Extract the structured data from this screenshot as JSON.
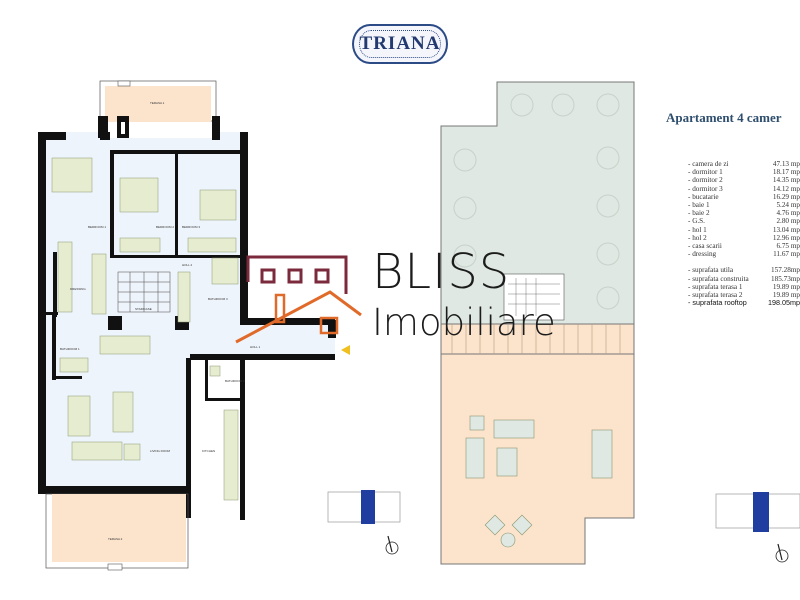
{
  "header": {
    "logo_text": "TRIANA"
  },
  "title": "Apartament 4 camer",
  "specs": {
    "rooms": [
      {
        "label": "- camera de zi",
        "value": "47.13 mp"
      },
      {
        "label": "- dormitor 1",
        "value": "18.17 mp"
      },
      {
        "label": "- dormitor 2",
        "value": "14.35 mp"
      },
      {
        "label": "- dormitor 3",
        "value": "14.12 mp"
      },
      {
        "label": "- bucatarie",
        "value": "16.29 mp"
      },
      {
        "label": "- baie 1",
        "value": "5.24 mp"
      },
      {
        "label": "- baie 2",
        "value": "4.76 mp"
      },
      {
        "label": "- G.S.",
        "value": "2.80 mp"
      },
      {
        "label": "- hol 1",
        "value": "13.04 mp"
      },
      {
        "label": "- hol 2",
        "value": "12.96 mp"
      },
      {
        "label": "- casa scarii",
        "value": "6.75 mp"
      },
      {
        "label": "- dressing",
        "value": "11.67 mp"
      }
    ],
    "totals": [
      {
        "label": "- suprafata utila",
        "value": "157.28mp"
      },
      {
        "label": "- suprafata construita",
        "value": "185.73mp"
      },
      {
        "label": "- suprafata terasa 1",
        "value": "19.89 mp"
      },
      {
        "label": "- suprafata terasa 2",
        "value": "19.89 mp"
      },
      {
        "label": "- suprafata rooftop",
        "value": "198.05mp"
      }
    ]
  },
  "watermark": {
    "line1": "BLISS",
    "line2": "Imobiliare"
  },
  "floorplan": {
    "labels": {
      "terasa1": "TERASA 1",
      "terasa2": "TERASA 2",
      "bedroom1": "BEDROOM 1",
      "bedroom2": "BEDROOM 2",
      "bedroom3": "BEDROOM 3",
      "dressing": "DRESSING",
      "hall1": "HOLL 1",
      "hall2": "HOLL 2",
      "staircase": "STAIRCASE",
      "bathroom1": "BATHROOM 1",
      "bathroom2": "BATHROOM 2",
      "bathroom3": "BATHROOM 3",
      "living": "LIVING ROOM",
      "kitchen": "KITCHEN"
    }
  },
  "colors": {
    "terrace": "#fbe3cc",
    "interior": "#eef4fb",
    "furniture": "#e6ecd0",
    "rooftop_green": "#dfe8e2",
    "wall": "#111111",
    "logo_house": "#7b2a3c",
    "logo_roof": "#e06a2a",
    "key_blue": "#1f3ea0",
    "entry_marker": "#f0c020"
  }
}
